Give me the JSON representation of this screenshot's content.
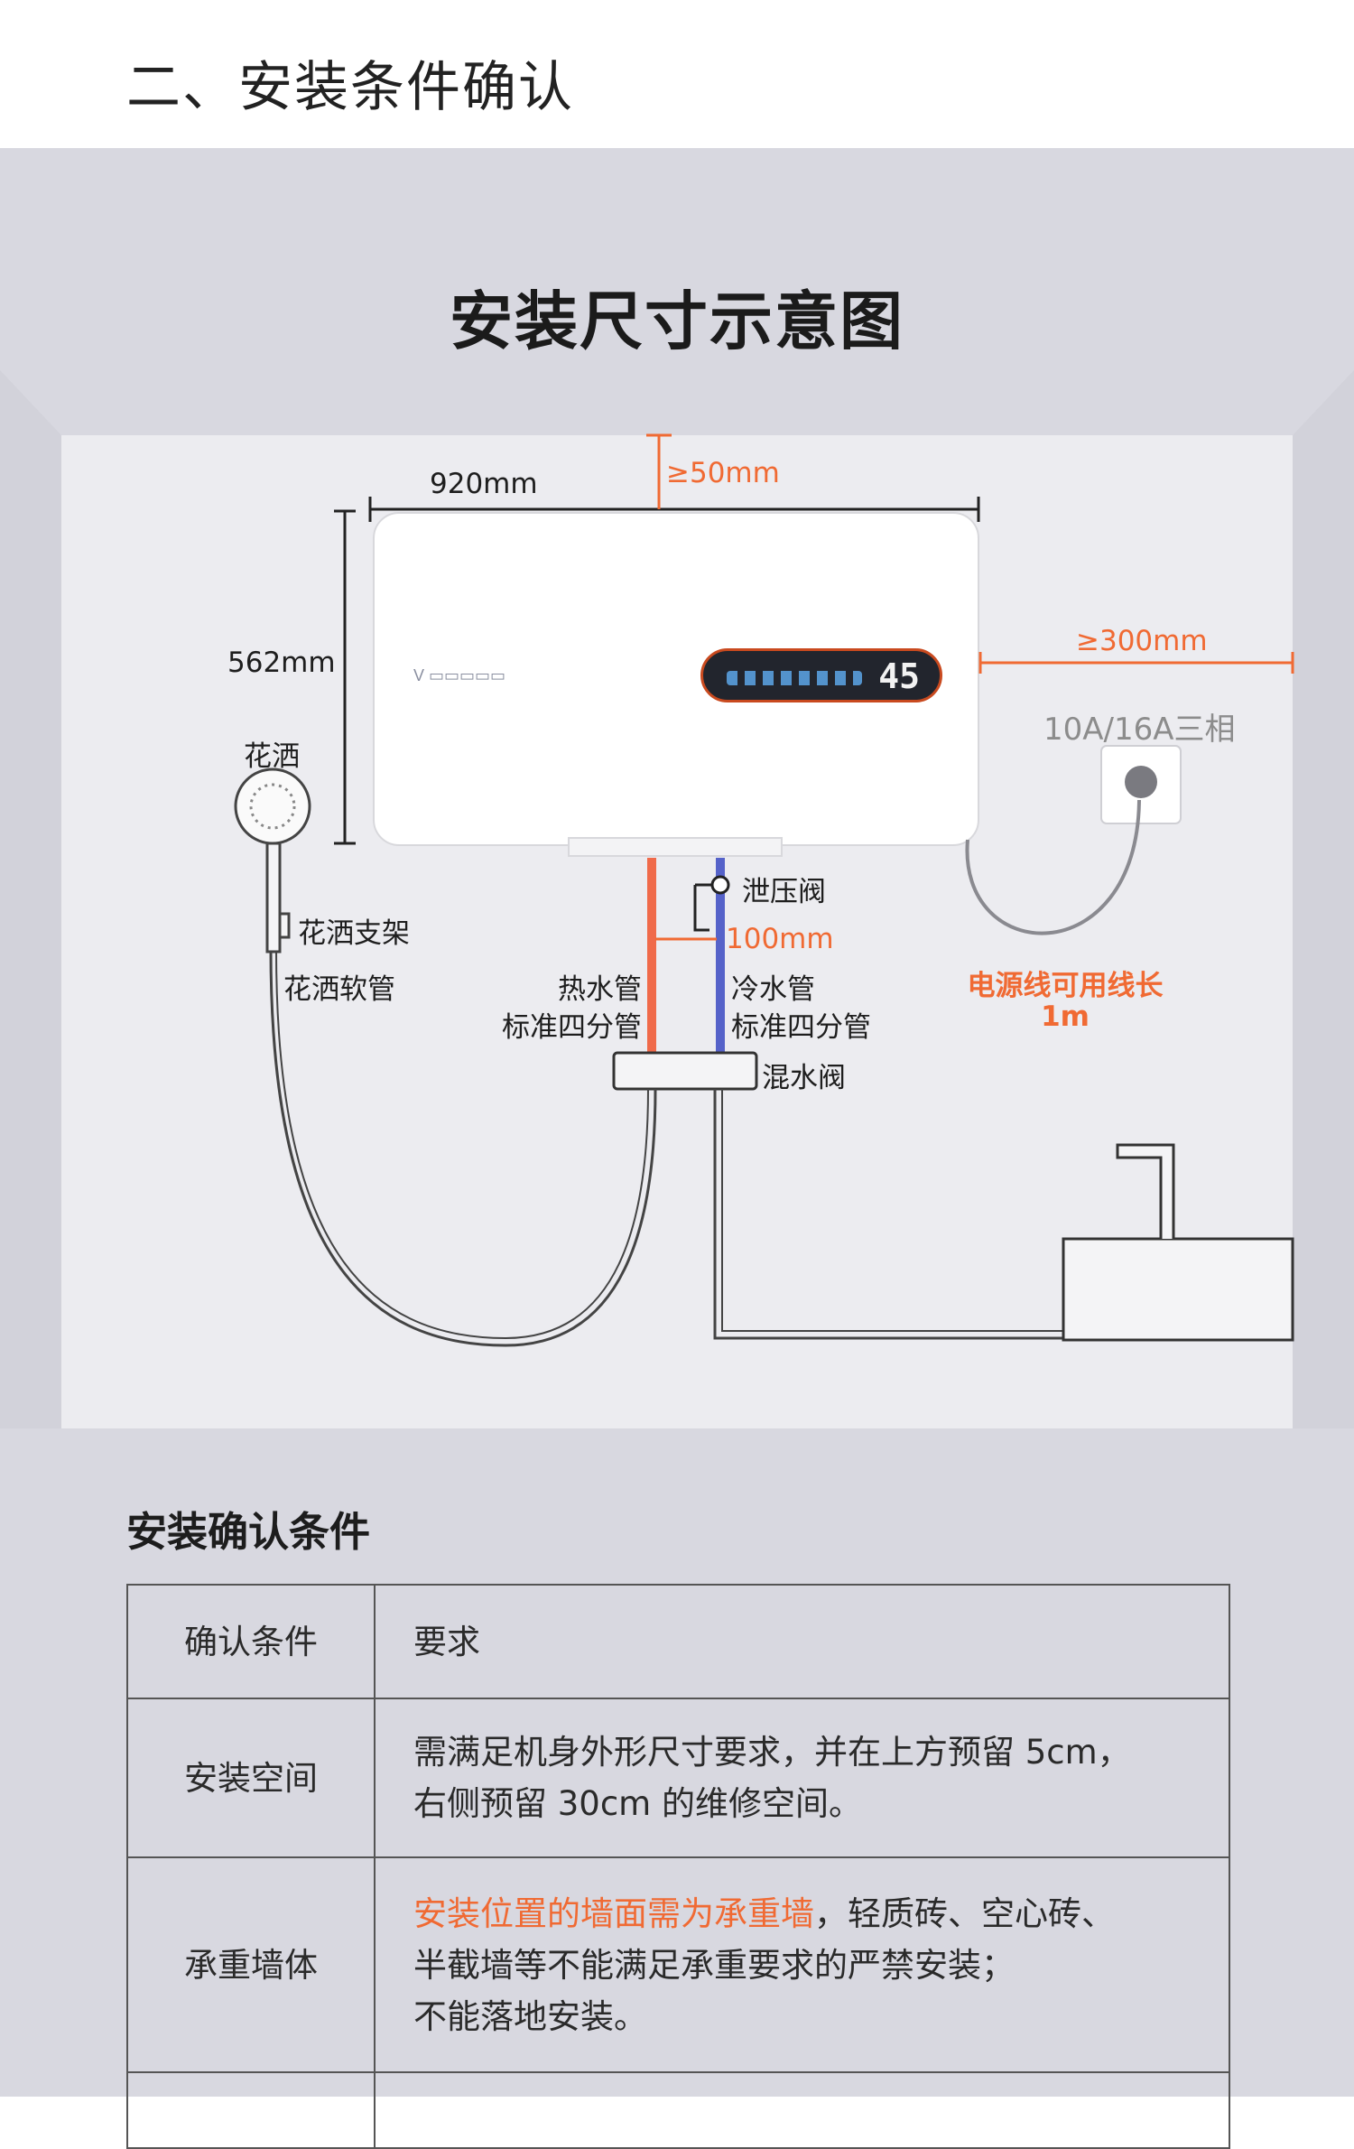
{
  "section_title": "二、安装条件确认",
  "diagram": {
    "title": "安装尺寸示意图",
    "width_label": "920mm",
    "height_label": "562mm",
    "top_clearance": "≥50mm",
    "right_clearance": "≥300mm",
    "socket_label": "10A/16A三相",
    "pipe_gap": "100mm",
    "labels": {
      "shower": "花洒",
      "shower_bracket": "花洒支架",
      "shower_hose": "花洒软管",
      "relief_valve": "泄压阀",
      "hot_pipe_1": "热水管",
      "hot_pipe_2": "标准四分管",
      "cold_pipe_1": "冷水管",
      "cold_pipe_2": "标准四分管",
      "mixing_valve": "混水阀",
      "cable_1": "电源线可用线长",
      "cable_2": "1m"
    },
    "display_temp": "45",
    "colors": {
      "hot": "#f06a4a",
      "cold": "#5562c9",
      "accent": "#f06a33"
    }
  },
  "conditions": {
    "title": "安装确认条件",
    "headers": [
      "确认条件",
      "要求"
    ],
    "rows": [
      {
        "label": "安装空间",
        "line1": "需满足机身外形尺寸要求，并在上方预留 5cm，",
        "line2": "右侧预留 30cm 的维修空间。"
      },
      {
        "label": "承重墙体",
        "highlight": "安装位置的墙面需为承重墙",
        "line1_rest": "，轻质砖、空心砖、",
        "line2": "半截墙等不能满足承重要求的严禁安装；",
        "line3": "不能落地安装。"
      }
    ]
  }
}
